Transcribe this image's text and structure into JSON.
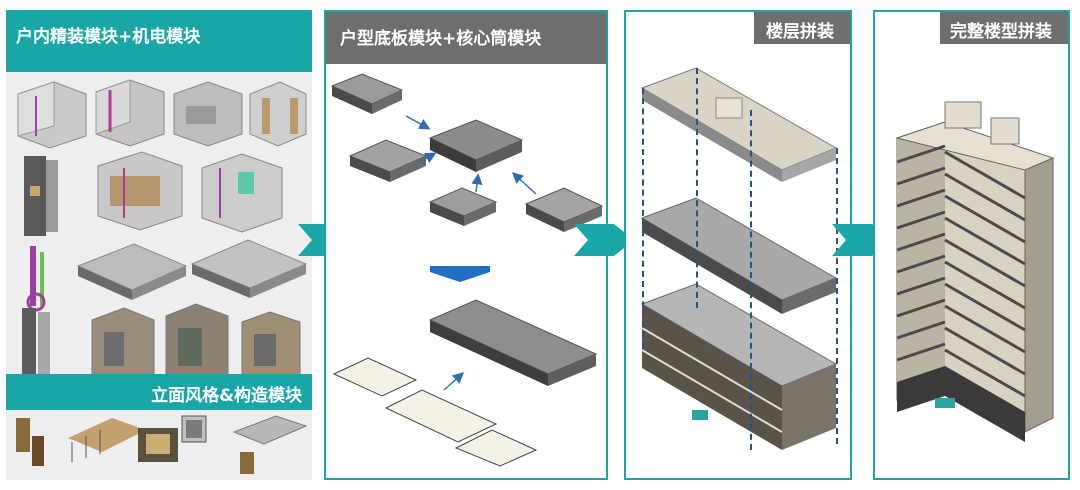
{
  "panels": {
    "interior": {
      "title": "户内精装模块+机电模块",
      "subtitle": "立面风格&构造模块"
    },
    "floor_plan": {
      "title": "户型底板模块+核心筒模块"
    },
    "floor_assembly": {
      "title": "楼层拼装"
    },
    "building_assembly": {
      "title": "完整楼型拼装"
    }
  },
  "colors": {
    "teal": "#1aa6a6",
    "header_gray": "#6e6e6e",
    "blue_arrow": "#1f6fc2",
    "dashed_line": "#2c4f8c",
    "panel_bg": "#eeeeee"
  }
}
